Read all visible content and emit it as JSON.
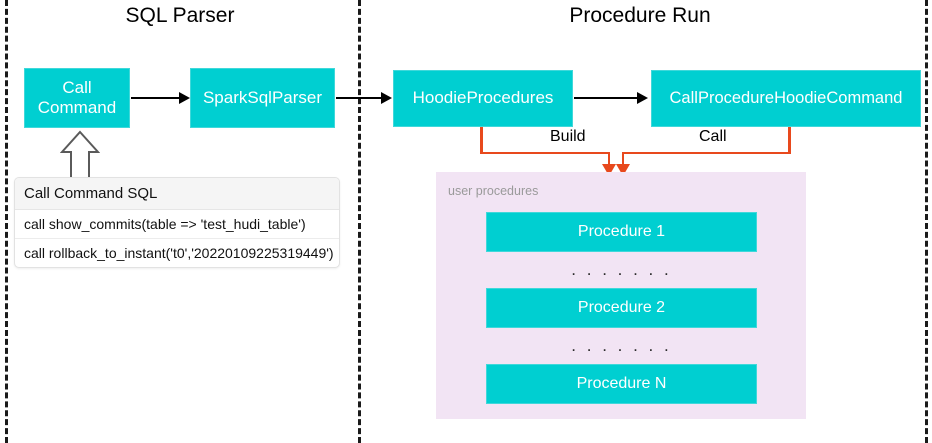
{
  "diagram": {
    "title_left": "SQL Parser",
    "title_right": "Procedure Run",
    "nodes": {
      "call_command": "Call\nCommand",
      "call_command_line1": "Call",
      "call_command_line2": "Command",
      "spark_sql_parser": "SparkSqlParser",
      "hoodie_procedures": "HoodieProcedures",
      "call_procedure_hoodie_command": "CallProcedureHoodieCommand"
    },
    "edge_labels": {
      "build": "Build",
      "call": "Call"
    },
    "sql_table": {
      "header": "Call Command SQL",
      "rows": [
        "call show_commits(table => 'test_hudi_table')",
        "call rollback_to_instant('t0','20220109225319449')"
      ]
    },
    "procedures_panel": {
      "label": "user procedures",
      "items": [
        "Procedure 1",
        "Procedure 2",
        "Procedure N"
      ],
      "ellipsis": ". . . . . . ."
    },
    "colors": {
      "node_fill": "#00CFD1",
      "node_text": "#FFFFFF",
      "panel_fill": "#F2E4F4",
      "connector_orange": "#E8491D",
      "arrow_black": "#000000",
      "divider_dash": "#1A1A1A",
      "panel_label_grey": "#9A9A9A",
      "table_header_bg": "#F5F5F5"
    }
  }
}
